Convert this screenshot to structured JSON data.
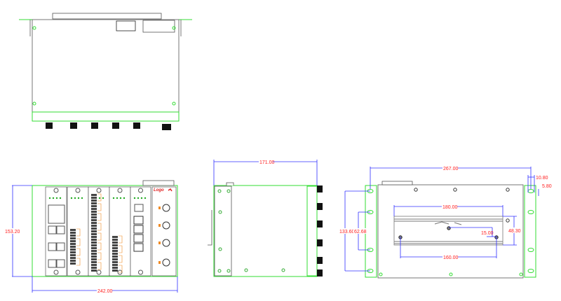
{
  "drawing": {
    "title": "Industrial Ethernet switch dimension drawing",
    "brand_logo_text": "Logo",
    "colors": {
      "dimension_text": "#ff2020",
      "dimension_line": "#3030ff",
      "outline_green": "#33dd33",
      "outline": "#555555",
      "led_orange": "#f08a24"
    },
    "front_view": {
      "height_label": "153.20",
      "width_label": "242.00"
    },
    "side_view": {
      "depth_label": "171.00"
    },
    "rear_view": {
      "overall_width_label": "267.00",
      "flange_width_label": "10.80",
      "hole_offset_label": "5.80",
      "rail_length_label": "180.00",
      "hole_spacing_outer_label": "133.60",
      "hole_spacing_inner_label": "62.68",
      "rail_height_label": "48.30",
      "screw_offset_label": "15.00",
      "screw_spacing_label": "160.00"
    }
  }
}
